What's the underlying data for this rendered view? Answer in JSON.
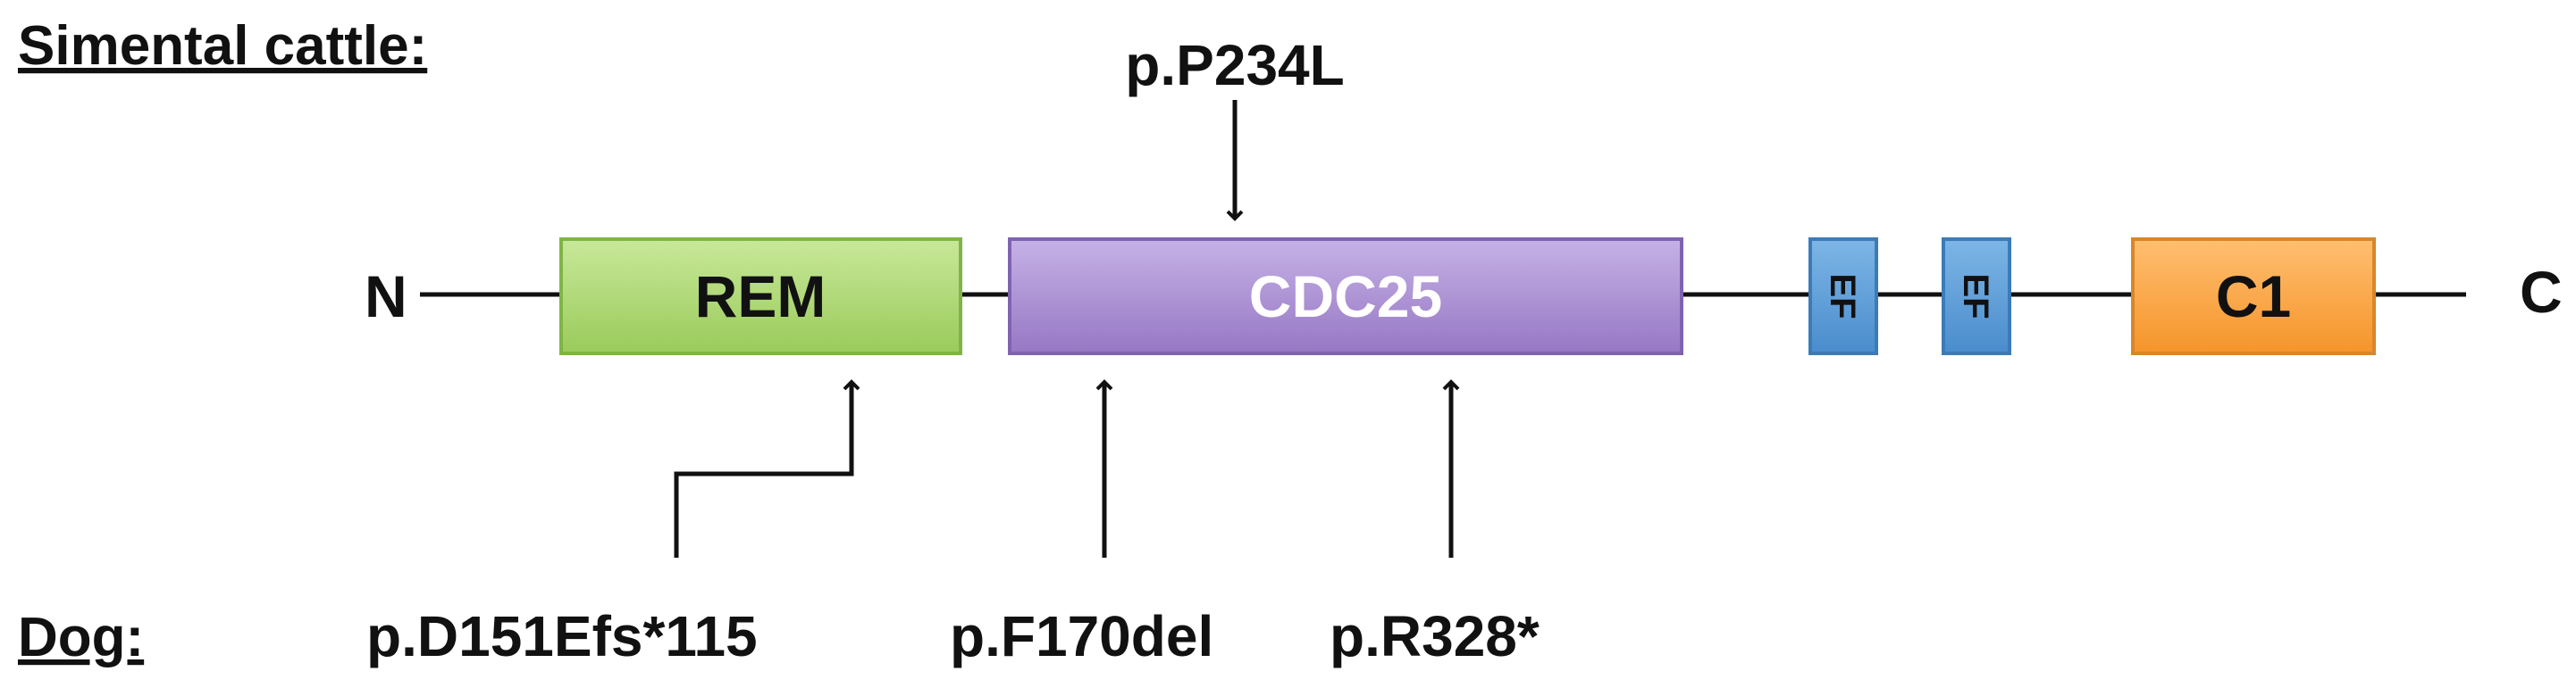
{
  "species": {
    "top": "Simental cattle:",
    "bottom": "Dog:"
  },
  "protein": {
    "n_terminus": "N",
    "c_terminus": "C",
    "domains": [
      {
        "id": "rem",
        "label": "REM",
        "fill": "#a8d56a",
        "stroke": "#7fb547",
        "text": "#111111"
      },
      {
        "id": "cdc25",
        "label": "CDC25",
        "fill": "#a98dd0",
        "stroke": "#7f63b0",
        "text": "#ffffff"
      },
      {
        "id": "ef1",
        "label": "EF",
        "fill": "#5b9bd5",
        "stroke": "#3c7bb8",
        "text": "#111111"
      },
      {
        "id": "ef2",
        "label": "EF",
        "fill": "#5b9bd5",
        "stroke": "#3c7bb8",
        "text": "#111111"
      },
      {
        "id": "c1",
        "label": "C1",
        "fill": "#f7a23d",
        "stroke": "#d9862a",
        "text": "#111111"
      }
    ]
  },
  "mutations": {
    "cattle": [
      {
        "id": "p234l",
        "label": "p.P234L"
      }
    ],
    "dog": [
      {
        "id": "d151",
        "label": "p.D151Efs*115"
      },
      {
        "id": "f170",
        "label": "p.F170del"
      },
      {
        "id": "r328",
        "label": "p.R328*"
      }
    ]
  }
}
